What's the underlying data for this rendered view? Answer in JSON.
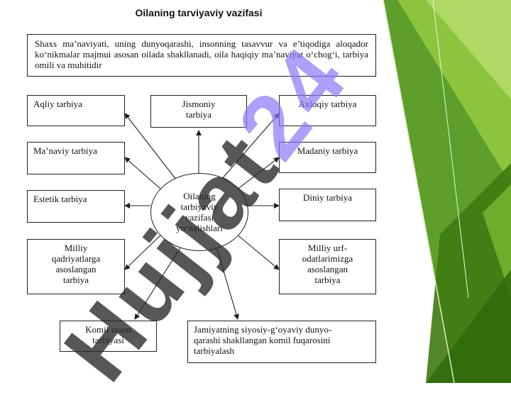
{
  "slide": {
    "title": "Oilaning tarviyaviy vazifasi",
    "intro": "Shaxs ma’naviyati, uning dunyoqarashi, insonning tasavvur va e’tiqodiga aloqador ko‘nikmalar majmui asosan oilada shakllanadi, oila haqiqiy ma’naviyat o‘chog‘i, tarbiya omili va muhitidir"
  },
  "diagram": {
    "center": "Oilaning\ntarbiyaviy\nvazifasi\nyo‘nalishlari",
    "nodes": {
      "aqliy": "Aqliy tarbiya",
      "jismoniy": "Jismoniy\ntarbiya",
      "axloqiy": "Axloqiy tarbiya",
      "manaviy": "Ma’naviy tarbiya",
      "madaniy": "Madaniy tarbiya",
      "estetik": "Estetik tarbiya",
      "diniy": "Diniy tarbiya",
      "milliy_qadriyat": "Milliy\nqadriyatlarga\nasoslangan\ntarbiya",
      "milliy_urf": "Milliy urf-\nodatlarimizga\nasoslangan\ntarbiya",
      "komil_inson": "Komil inson\ntarbiyasi",
      "jamiyat": "Jamiyatning siyosiy-g‘oyaviy dunyo-\nqarashi shakllangan komil fuqarosini\ntarbiyalash"
    }
  },
  "watermark": {
    "text_main": "Hujjat",
    "text_num": "24"
  },
  "colors": {
    "accent_green_dark": "#4f8f1c",
    "accent_green_light": "#8fc63f",
    "watermark_purple": "#8c78f5"
  }
}
